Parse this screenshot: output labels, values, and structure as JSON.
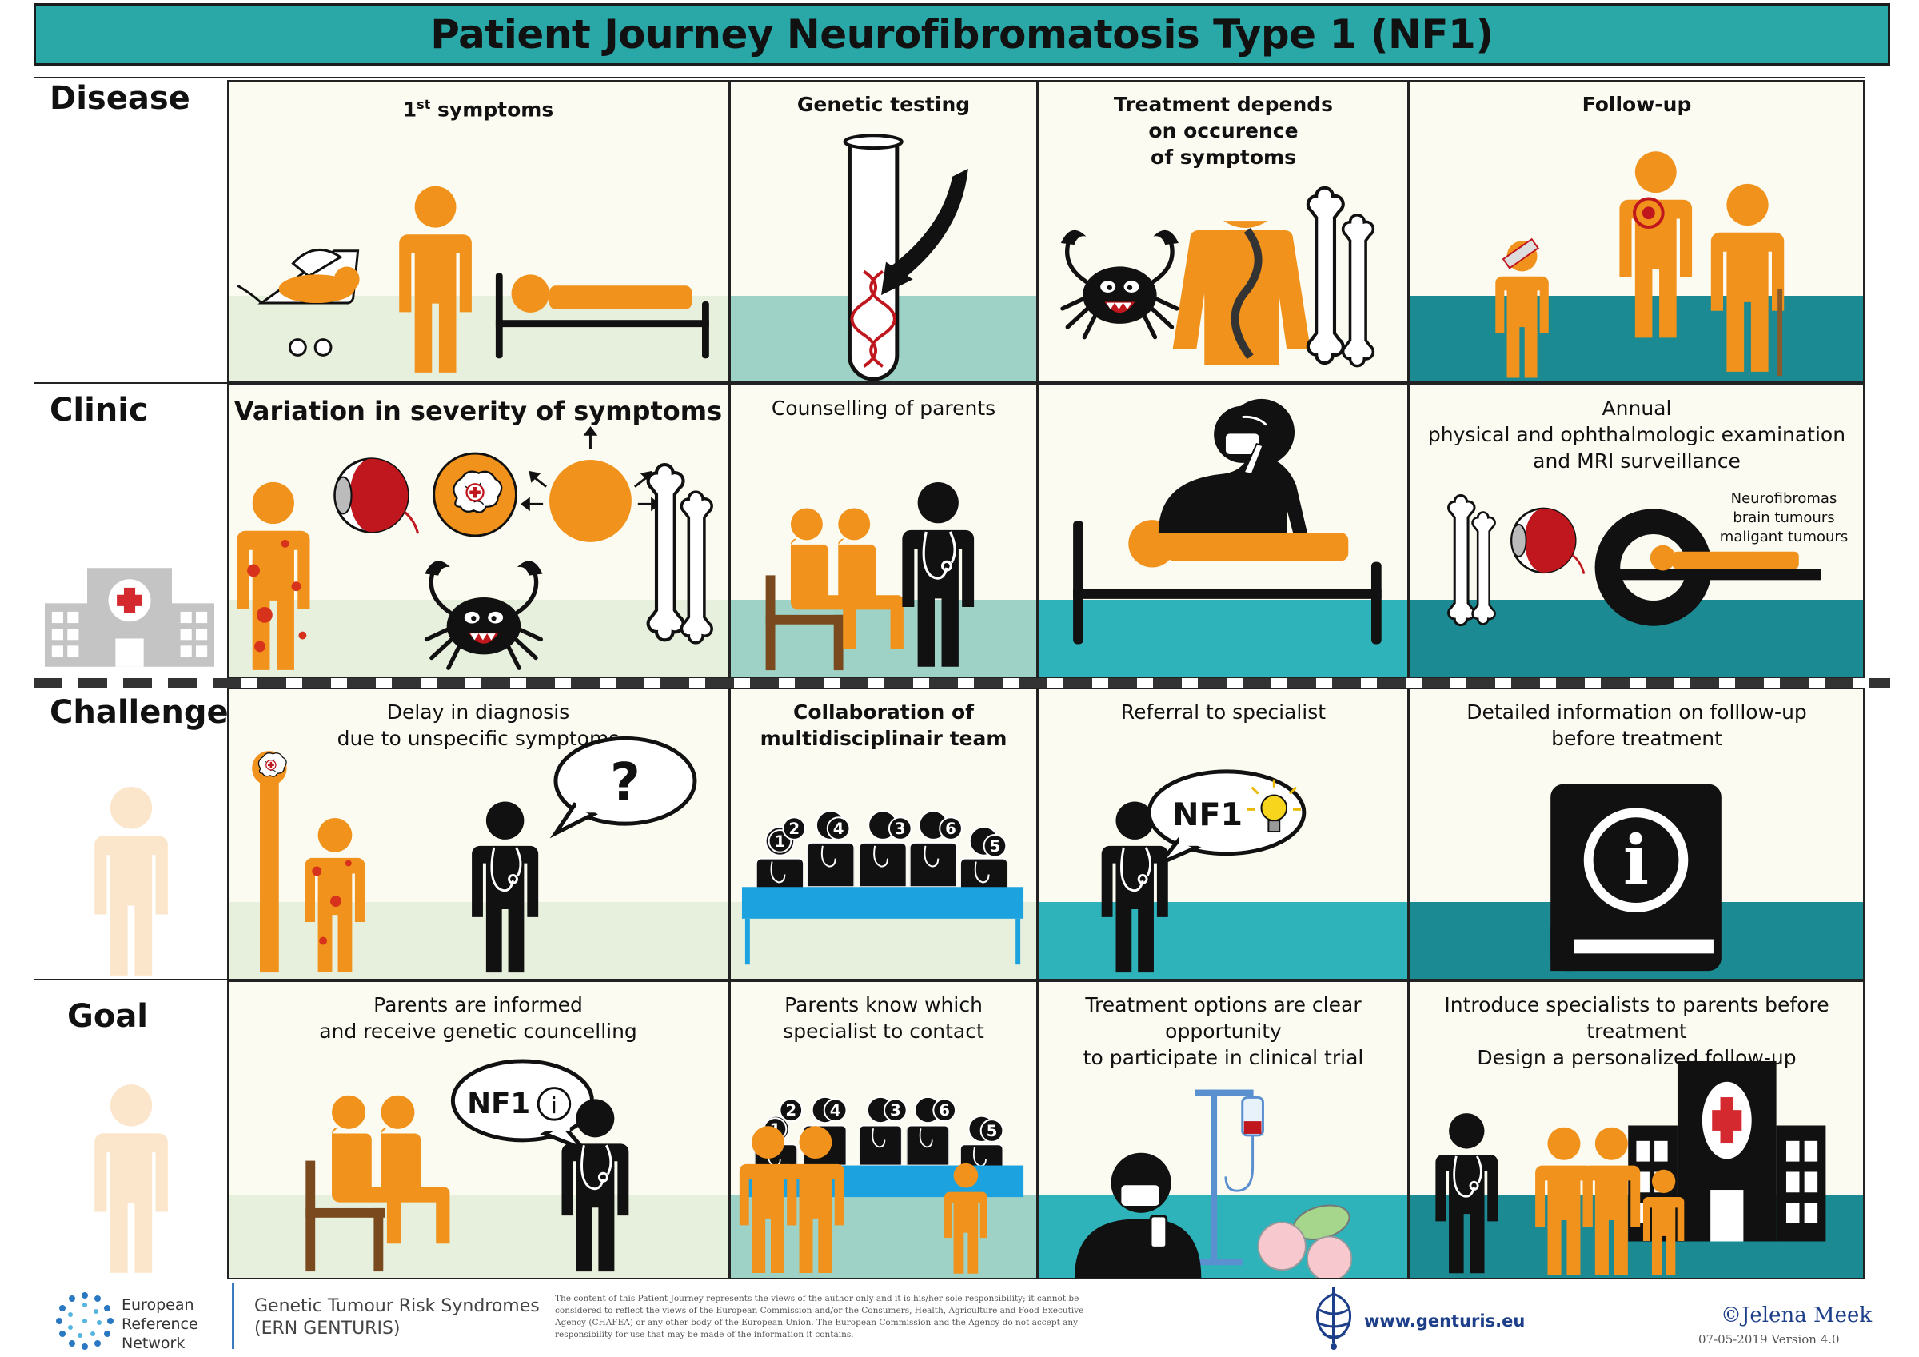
{
  "title": "Patient Journey Neurofibromatosis Type 1 (NF1)",
  "rows": {
    "disease": "Disease",
    "clinic": "Clinic",
    "challenge": "Challenge",
    "goal": "Goal"
  },
  "cells": {
    "disease": {
      "c1": {
        "main": "1",
        "sup": "st",
        "rest": " symptoms"
      },
      "c2": [
        "Genetic testing"
      ],
      "c3": [
        "Treatment depends",
        "on occurence",
        "of symptoms"
      ],
      "c4": [
        "Follow-up"
      ]
    },
    "clinic": {
      "c1": [
        "Variation in severity of symptoms"
      ],
      "c2": [
        "Counselling of parents"
      ],
      "c4": [
        "Annual",
        "physical and ophthalmologic examination",
        "and MRI surveillance"
      ],
      "c4_note": [
        "Neurofibromas",
        "brain tumours",
        "maligant tumours"
      ]
    },
    "challenge": {
      "c1": [
        "Delay in diagnosis",
        "due to unspecific symptoms"
      ],
      "c2": [
        "Collaboration of",
        "multidisciplinair team"
      ],
      "c3": [
        "Referral to specialist"
      ],
      "c4": [
        "Detailed information on folllow-up",
        "before treatment"
      ]
    },
    "goal": {
      "c1": [
        "Parents are informed",
        "and receive genetic councelling"
      ],
      "c2": [
        "Parents know which",
        "specialist to contact"
      ],
      "c3": [
        "Treatment options are clear",
        "opportunity",
        "to participate in clinical trial"
      ],
      "c4": [
        "Introduce specialists to parents before treatment",
        "Design a personalized follow-up"
      ]
    }
  },
  "bubbles": {
    "question": "?",
    "nf1_idea": "NF1",
    "nf1_info": "NF1",
    "info_glyph": "i"
  },
  "team_numbers_challenge": [
    "1",
    "2",
    "4",
    "3",
    "6",
    "5"
  ],
  "team_numbers_goal": [
    "1",
    "2",
    "4",
    "3",
    "6",
    "5"
  ],
  "footer": {
    "erl": [
      "European",
      "Reference",
      "Network"
    ],
    "gtrs": [
      "Genetic Tumour Risk Syndromes",
      "(ERN GENTURIS)"
    ],
    "disclaimer": "The content of this Patient Journey represents the views of the author only and it is his/her sole responsibility; it cannot be considered to reflect the views of the European Commission and/or the Consumers, Health, Agriculture and Food Executive Agency (CHAFEA) or any other body of the European Union. The European Commission and the Agency do not accept any responsibility for use that may be made of the information it contains.",
    "website": "www.genturis.eu",
    "author": "©Jelena Meek",
    "version": "07-05-2019 Version 4.0"
  },
  "colors": {
    "title_bg": "#2aa8a8",
    "orange": "#f0921b",
    "cell_bg": "#fcfbf1",
    "ground_light": "#e7efdd",
    "ground_mint": "#9fd2c6",
    "ground_teal": "#2fb3bb",
    "ground_dark": "#1b8a93",
    "red": "#c0161d",
    "blue_table": "#1ba2df",
    "footer_blue": "#1d3f8a"
  }
}
